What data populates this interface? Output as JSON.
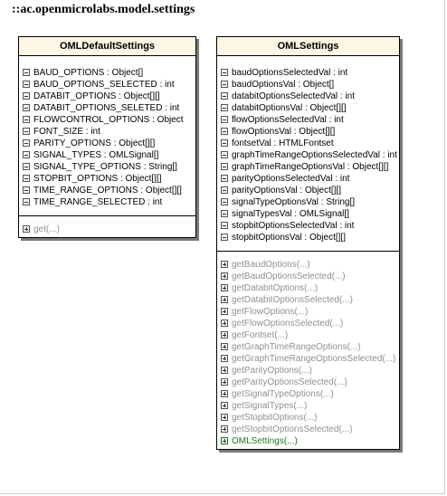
{
  "package": {
    "title": "::ac.openmicrolabs.model.settings"
  },
  "classes": [
    {
      "name": "OMLDefaultSettings",
      "attributes": [
        "BAUD_OPTIONS : Object[]",
        "BAUD_OPTIONS_SELECTED : int",
        "DATABIT_OPTIONS : Object[][]",
        "DATABIT_OPTIONS_SELETED : int",
        "FLOWCONTROL_OPTIONS : Object",
        "FONT_SIZE : int",
        "PARITY_OPTIONS : Object[][]",
        "SIGNAL_TYPES : OMLSignal[]",
        "SIGNAL_TYPE_OPTIONS : String[]",
        "STOPBIT_OPTIONS : Object[][]",
        "TIME_RANGE_OPTIONS : Object[][]",
        "TIME_RANGE_SELECTED : int"
      ],
      "operations": [
        "get(...)"
      ]
    },
    {
      "name": "OMLSettings",
      "attributes": [
        "baudOptionsSelectedVal : int",
        "baudOptionsVal : Object[]",
        "databitOptionsSelectedVal : int",
        "databitOptionsVal : Object[][]",
        "flowOptionsSelectedVal : int",
        "flowOptionsVal : Object[][]",
        "fontsetVal : HTMLFontset",
        "graphTimeRangeOptionsSelectedVal : int",
        "graphTimeRangeOptionsVal : Object[][]",
        "parityOptionsSelectedVal : int",
        "parityOptionsVal : Object[][]",
        "signalTypeOptionsVal : String[]",
        "signalTypesVal : OMLSignal[]",
        "stopbitOptionsSelectedVal : int",
        "stopbitOptionsVal : Object[][]"
      ],
      "operations": [
        "getBaudOptions(...)",
        "getBaudOptionsSelected(...)",
        "getDatabitOptions(...)",
        "getDatabitOptionsSelected(...)",
        "getFlowOptions(...)",
        "getFlowOptionsSelected(...)",
        "getFontset(...)",
        "getGraphTimeRangeOptions(...)",
        "getGraphTimeRangeOptionsSelected(...)",
        "getParityOptions(...)",
        "getParityOptionsSelected(...)",
        "getSignalTypeOptions(...)",
        "getSignalTypes(...)",
        "getStopbitOptions(...)",
        "getStopbitOptionsSelected(...)",
        "OMLSettings(...)"
      ]
    }
  ],
  "colors": {
    "header_fill": "#fef6e4",
    "operation_text": "#909090",
    "constructor_text": "#1d7a1d",
    "shadow": "#7a7a7a"
  },
  "icons": {
    "attribute": "collapse-minus-icon",
    "operation": "expand-plus-icon"
  }
}
